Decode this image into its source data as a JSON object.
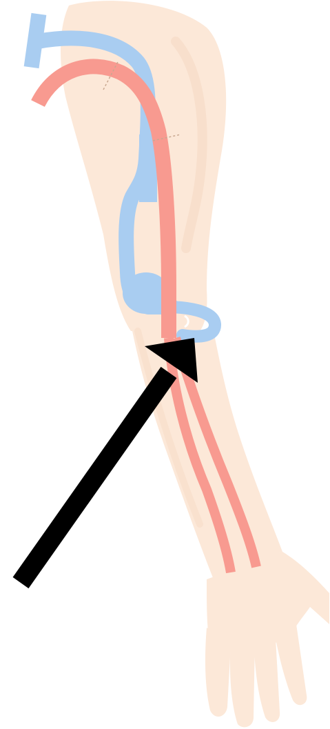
{
  "diagram": {
    "subject": "arm-vascular-anatomy",
    "colors": {
      "skin": "#fce8d8",
      "skin_shadow": "#f6dcc8",
      "artery": "#f89a90",
      "vein": "#a9cdf1",
      "guide_line": "#c8a890",
      "pointer_arrow": "#000000"
    },
    "structures": [
      {
        "kind": "arm-outline",
        "icon": "arm-silhouette"
      },
      {
        "kind": "vein",
        "icon": "vein-path"
      },
      {
        "kind": "artery",
        "icon": "artery-path"
      }
    ],
    "pointer": {
      "icon": "arrow-pointer",
      "points_to": "vessel-at-elbow"
    }
  }
}
